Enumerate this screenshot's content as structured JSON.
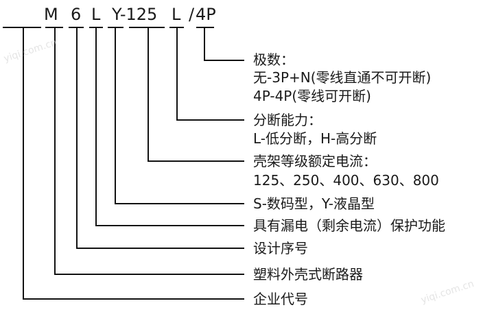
{
  "code": {
    "segments": [
      "M",
      "6",
      "L",
      "Y-125",
      "L",
      "/",
      "4P"
    ]
  },
  "labels": [
    "极数：",
    "无-3P+N(零线直通不可开断)",
    "4P-4P(零线可开断)",
    "分断能力：",
    "L-低分断，H-高分断",
    "壳架等级额定电流：",
    "125、250、400、630、800",
    "S-数码型，Y-液晶型",
    "具有漏电（剩余电流）保护功能",
    "设计序号",
    "塑料外壳式断路器",
    "企业代号"
  ],
  "watermark": "yiqi.com.cn"
}
